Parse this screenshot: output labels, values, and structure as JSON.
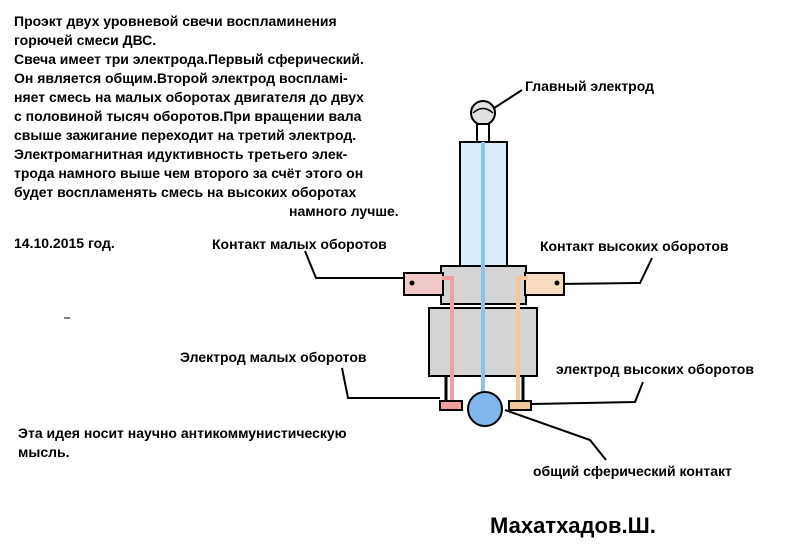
{
  "description_lines": [
    "Проэкт двух уровневой свечи воспламинения",
    "горючей смеси ДВС.",
    "Свеча имеет три электрода.Первый сферический.",
    "Он является общим.Второй электрод воспламі-",
    "няет смесь на малых оборотах двигателя до двух",
    "с половиной тысяч оборотов.При вращении вала",
    "свыше зажигание переходит на третий электрод.",
    "Электромагнитная идуктивность третьего элек-",
    "трода намного выше чем второго за счёт этого он",
    "будет воспламенять смесь  на высоких оборотах",
    "намного лучше."
  ],
  "date": "14.10.2015 год.",
  "idea_lines": [
    "Эта идея носит научно антикоммунистическую",
    "мысль."
  ],
  "author": "Махатхадов.Ш.",
  "labels": {
    "main_electrode": "Главный электрод",
    "low_rpm_contact": "Контакт малых оборотов",
    "high_rpm_contact": "Контакт высоких оборотов",
    "low_rpm_electrode": "Электрод малых оборотов",
    "high_rpm_electrode": "электрод высоких оборотов",
    "common_contact": "общий сферический контакт"
  },
  "colors": {
    "central_wire": "#87c4f2",
    "low_rpm_wire": "#f0a0a0",
    "high_rpm_wire": "#f3c79a",
    "body_gray": "#d4d4d4",
    "insulator_blue": "#d8ecfa",
    "sphere": "#7fb6ee"
  }
}
